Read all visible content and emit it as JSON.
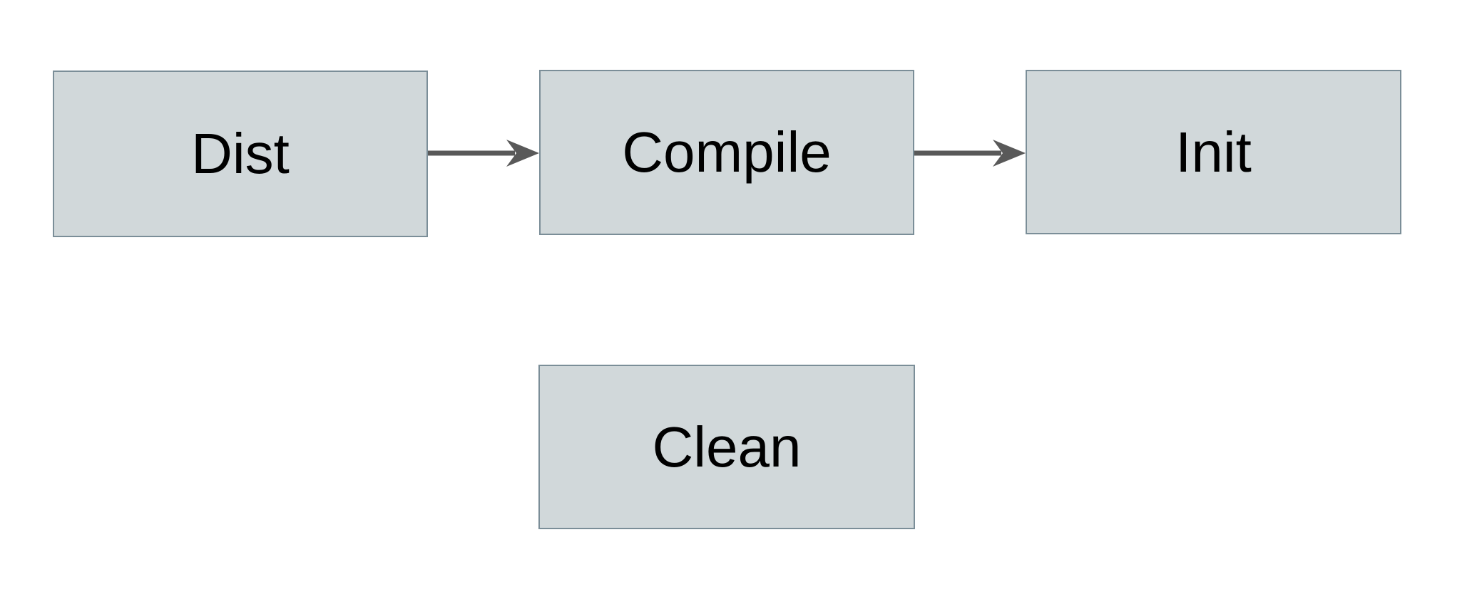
{
  "diagram": {
    "title": "build-targets-flowchart",
    "nodes": [
      {
        "id": "dist",
        "label": "Dist"
      },
      {
        "id": "compile",
        "label": "Compile"
      },
      {
        "id": "init",
        "label": "Init"
      },
      {
        "id": "clean",
        "label": "Clean"
      }
    ],
    "edges": [
      {
        "from": "Dist",
        "to": "Compile"
      },
      {
        "from": "Compile",
        "to": "Init"
      }
    ],
    "colors": {
      "background": "#ffffff",
      "node_fill": "#d1d8da",
      "node_border": "#7b8e98",
      "arrow": "#595959",
      "label_text": "#000000"
    }
  }
}
